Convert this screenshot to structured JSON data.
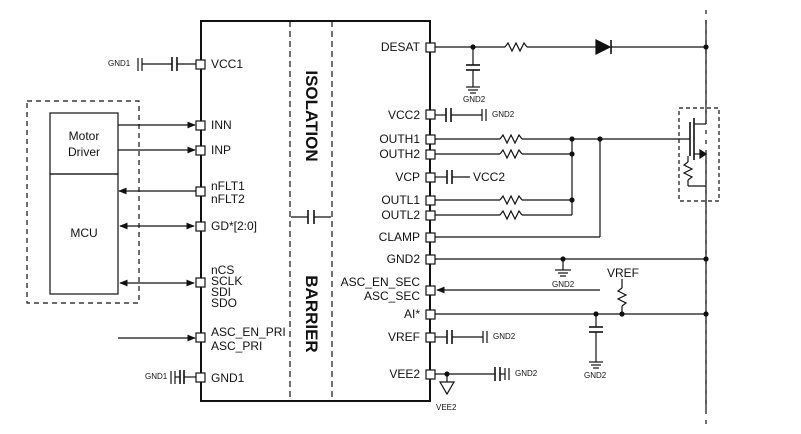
{
  "blocks": {
    "motor_driver": "Motor\nDriver",
    "mcu": "MCU"
  },
  "barrier": {
    "top_word": "ISOLATION",
    "bottom_word": "BARRIER"
  },
  "pins_left": {
    "vcc1": "VCC1",
    "inn": "INN",
    "inp": "INP",
    "nflt1": "nFLT1",
    "nflt2": "nFLT2",
    "gd": "GD*[2:0]",
    "ncs": "nCS",
    "sclk": "SCLK",
    "sdi": "SDI",
    "sdo": "SDO",
    "asc_en_pri": "ASC_EN_PRI",
    "asc_pri": "ASC_PRI",
    "gnd1": "GND1"
  },
  "pins_right": {
    "desat": "DESAT",
    "vcc2": "VCC2",
    "outh1": "OUTH1",
    "outh2": "OUTH2",
    "vcp": "VCP",
    "outl1": "OUTL1",
    "outl2": "OUTL2",
    "clamp": "CLAMP",
    "gnd2": "GND2",
    "asc_en_sec": "ASC_EN_SEC",
    "asc_sec": "ASC_SEC",
    "ai": "AI*",
    "vref": "VREF",
    "vee2": "VEE2"
  },
  "net_labels": {
    "gnd1_top": "GND1",
    "gnd1_bottom": "GND1",
    "gnd2_desat_cap": "GND2",
    "gnd2_vcc2_cap": "GND2",
    "vcp_supply": "VCC2",
    "gnd2_mid": "GND2",
    "vref_supply": "VREF",
    "gnd2_ai_cap": "GND2",
    "gnd2_vref_cap": "GND2",
    "gnd2_vee2_cap": "GND2",
    "vee2_symbol": "VEE2"
  }
}
